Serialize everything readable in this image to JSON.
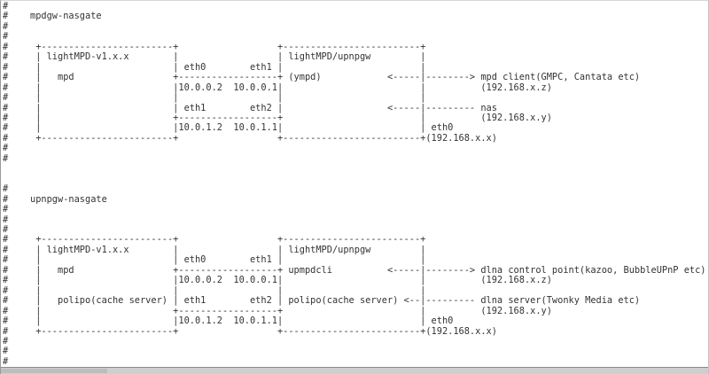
{
  "viewer": {
    "comment_prefix": "#",
    "lines": [
      "#",
      "#    mpdgw-nasgate",
      "#",
      "#",
      "#     +------------------------+                  +-------------------------+",
      "#     | lightMPD-v1.x.x        |                  | lightMPD/upnpgw         |",
      "#     |                        | eth0        eth1 |                         |",
      "#     |   mpd                  +------------------+ (ympd)            <-----|--------> mpd client(GMPC, Cantata etc)",
      "#     |                        |10.0.0.2  10.0.0.1|                         |          (192.168.x.z)",
      "#     |                        |                  |                         |",
      "#     |                        | eth1        eth2 |                   <-----|--------- nas",
      "#     |                        +------------------+                         |          (192.168.x.y)",
      "#     |                        |10.0.1.2  10.0.1.1|                         | eth0",
      "#     +------------------------+                  +-------------------------+(192.168.x.x)",
      "#",
      "#",
      "",
      "",
      "#",
      "#    upnpgw-nasgate",
      "#",
      "#",
      "#",
      "#     +------------------------+                  +-------------------------+",
      "#     | lightMPD-v1.x.x        |                  | lightMPD/upnpgw         |",
      "#     |                        | eth0        eth1 |                         |",
      "#     |   mpd                  +------------------+ upmpdcli          <-----|--------> dlna control point(kazoo, BubbleUPnP etc)",
      "#     |                        |10.0.0.2  10.0.0.1|                         |          (192.168.x.z)",
      "#     |                        |                  |                         |",
      "#     |   polipo(cache server) | eth1        eth2 | polipo(cache server) <--|--------- dlna server(Twonky Media etc)",
      "#     |                        +------------------+                         |          (192.168.x.y)",
      "#     |                        |10.0.1.2  10.0.1.1|                         | eth0",
      "#     +------------------------+                  +-------------------------+(192.168.x.x)",
      "#",
      "#",
      "#"
    ]
  },
  "diagrams": [
    {
      "title": "mpdgw-nasgate",
      "left_box": {
        "title": "lightMPD-v1.x.x",
        "services": [
          "mpd"
        ]
      },
      "right_box": {
        "title": "lightMPD/upnpgw",
        "services": [
          "(ympd)"
        ]
      },
      "links": [
        {
          "left_if": "eth0",
          "right_if": "eth1",
          "left_ip": "10.0.0.2",
          "right_ip": "10.0.0.1"
        },
        {
          "left_if": "eth1",
          "right_if": "eth2",
          "left_ip": "10.0.1.2",
          "right_ip": "10.0.1.1"
        }
      ],
      "externals": [
        {
          "label": "mpd client(GMPC, Cantata etc)",
          "address": "(192.168.x.z)",
          "direction": "bidirectional"
        },
        {
          "label": "nas",
          "address": "(192.168.x.y)",
          "direction": "inbound"
        },
        {
          "interface": "eth0",
          "address": "(192.168.x.x)"
        }
      ]
    },
    {
      "title": "upnpgw-nasgate",
      "left_box": {
        "title": "lightMPD-v1.x.x",
        "services": [
          "mpd",
          "polipo(cache server)"
        ]
      },
      "right_box": {
        "title": "lightMPD/upnpgw",
        "services": [
          "upmpdcli",
          "polipo(cache server)"
        ]
      },
      "links": [
        {
          "left_if": "eth0",
          "right_if": "eth1",
          "left_ip": "10.0.0.2",
          "right_ip": "10.0.0.1"
        },
        {
          "left_if": "eth1",
          "right_if": "eth2",
          "left_ip": "10.0.1.2",
          "right_ip": "10.0.1.1"
        }
      ],
      "externals": [
        {
          "label": "dlna control point(kazoo, BubbleUPnP etc)",
          "address": "(192.168.x.z)",
          "direction": "bidirectional"
        },
        {
          "label": "dlna server(Twonky Media etc)",
          "address": "(192.168.x.y)",
          "direction": "inbound"
        },
        {
          "interface": "eth0",
          "address": "(192.168.x.x)"
        }
      ]
    }
  ],
  "colors": {
    "text": "#333333",
    "background": "#ffffff",
    "frame": "#9a9a9a",
    "scrollbar_track": "#cfcfcf",
    "scrollbar_thumb": "#bdbdbd"
  }
}
